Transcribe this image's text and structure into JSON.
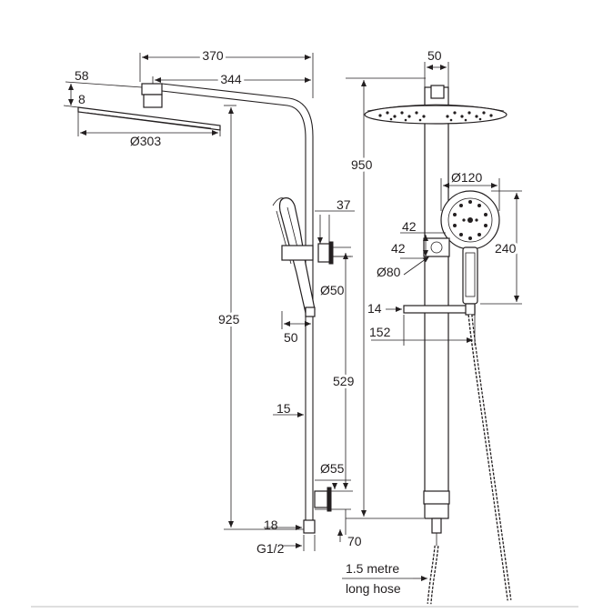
{
  "dimensions": {
    "d370": "370",
    "d344": "344",
    "d58": "58",
    "d8": "8",
    "d303": "Ø303",
    "d37": "37",
    "d50dia": "Ø50",
    "d50w": "50",
    "d925": "925",
    "d529": "529",
    "d15": "15",
    "d55": "Ø55",
    "d18": "18",
    "dG12": "G1/2",
    "d70": "70",
    "d50top": "50",
    "d950": "950",
    "d120": "Ø120",
    "d42a": "42",
    "d42b": "42",
    "d80": "Ø80",
    "d240": "240",
    "d14": "14",
    "d152": "152"
  },
  "notes": {
    "hose_line1": "1.5 metre",
    "hose_line2": "long hose"
  },
  "colors": {
    "ink": "#231f20",
    "background": "#ffffff",
    "baseline": "#bfbfbf"
  }
}
